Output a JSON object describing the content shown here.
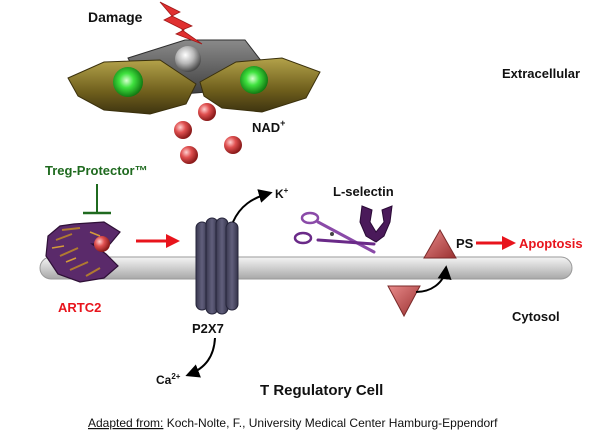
{
  "labels": {
    "damage": "Damage",
    "extracellular": "Extracellular",
    "nad": "NAD",
    "nad_sup": "+",
    "treg_protector": "Treg-Protector™",
    "k": "K",
    "k_sup": "+",
    "l_selectin": "L-selectin",
    "artc2": "ARTC2",
    "ps": "PS",
    "apoptosis": "Apoptosis",
    "p2x7": "P2X7",
    "cytosol": "Cytosol",
    "ca": "Ca",
    "ca_sup": "2+",
    "cell_title": "T Regulatory Cell"
  },
  "credit": {
    "prefix": "Adapted from:",
    "text": " Koch-Nolte, F., University Medical Center Hamburg-Eppendorf"
  },
  "colors": {
    "red_accent": "#e8141c",
    "green_label": "#1f6a1f",
    "membrane": "#cfcfcf",
    "channel": "#4b4a63",
    "nad_sphere": "#d94a4a",
    "ps_triangle": "#c85a5a",
    "cell_olive": "#7d6b23",
    "nucleus_green": "#2fd62f",
    "artc2_purple": "#5a2a6a",
    "lselectin": "#4a1a5a"
  }
}
